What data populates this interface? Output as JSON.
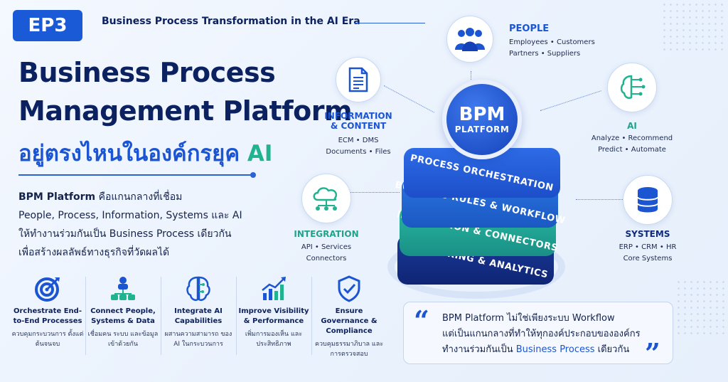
{
  "header": {
    "episode": "EP3",
    "series_title": "Business Process Transformation in the AI Era"
  },
  "title": {
    "line1": "Business Process",
    "line2": "Management Platform",
    "line3_thai": "อยู่ตรงไหนในองค์กรยุค",
    "line3_ai": "AI"
  },
  "intro": {
    "line1_bold": "BPM Platform",
    "line1_rest": " คือแกนกลางที่เชื่อม",
    "line2": "People, Process, Information, Systems และ AI",
    "line3": "ให้ทำงานร่วมกันเป็น Business Process เดียวกัน",
    "line4": "เพื่อสร้างผลลัพธ์ทางธุรกิจที่วัดผลได้"
  },
  "features": [
    {
      "title": "Orchestrate End-to-End Processes",
      "sub": "ควบคุมกระบวนการ ตั้งแต่ต้นจนจบ",
      "icon": "target-icon"
    },
    {
      "title": "Connect People, Systems & Data",
      "sub": "เชื่อมคน ระบบ และข้อมูลเข้าด้วยกัน",
      "icon": "network-icon"
    },
    {
      "title": "Integrate AI Capabilities",
      "sub": "ผสานความสามารถ ของ AI ในกระบวนการ",
      "icon": "brain-icon"
    },
    {
      "title": "Improve Visibility & Performance",
      "sub": "เพิ่มการมองเห็น และประสิทธิภาพ",
      "icon": "growth-chart-icon"
    },
    {
      "title": "Ensure Governance & Compliance",
      "sub": "ควบคุมธรรมาภิบาล และการตรวจสอบ",
      "icon": "shield-check-icon"
    }
  ],
  "platform": {
    "center_big": "BPM",
    "center_small": "PLATFORM",
    "layers": [
      "PROCESS ORCHESTRATION",
      "BUSINESS RULES & WORKFLOW",
      "INTEGRATION & CONNECTORS",
      "MONITORING & ANALYTICS"
    ]
  },
  "satellites": {
    "people": {
      "title": "PEOPLE",
      "line1": "Employees • Customers",
      "line2": "Partners • Suppliers",
      "icon": "people-icon"
    },
    "information": {
      "title1": "INFORMATION",
      "title2": "& CONTENT",
      "line1": "ECM • DMS",
      "line2": "Documents • Files",
      "icon": "document-icon"
    },
    "ai": {
      "title": "AI",
      "line1": "Analyze • Recommend",
      "line2": "Predict • Automate",
      "icon": "ai-brain-icon"
    },
    "integration": {
      "title": "INTEGRATION",
      "line1": "API • Services",
      "line2": "Connectors",
      "icon": "cloud-network-icon"
    },
    "systems": {
      "title": "SYSTEMS",
      "line1": "ERP • CRM • HR",
      "line2": "Core Systems",
      "icon": "database-icon"
    }
  },
  "quote": {
    "line1": "BPM Platform ไม่ใช่เพียงระบบ Workflow",
    "line2": "แต่เป็นแกนกลางที่ทำให้ทุกองค์ประกอบขององค์กร",
    "line3_pre": "ทำงานร่วมกันเป็น ",
    "line3_hl": "Business Process",
    "line3_post": " เดียวกัน",
    "open_mark": "“",
    "close_mark": "”"
  },
  "colors": {
    "primary": "#1b55d2",
    "navy": "#0b2160",
    "teal": "#21b38f"
  }
}
